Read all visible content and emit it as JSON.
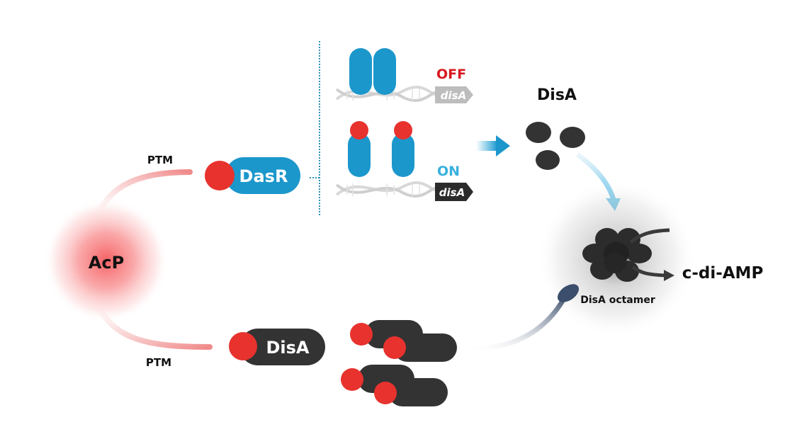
{
  "diagram": {
    "central_molecule": {
      "label": "AcP",
      "glow_color": "#f5595c"
    },
    "modifications": [
      {
        "label": "PTM",
        "target": "DasR"
      },
      {
        "label": "PTM",
        "target": "DisA"
      }
    ],
    "proteins": {
      "dasr": {
        "label": "DasR",
        "color": "#1b97cc",
        "mark_color": "#e8322e"
      },
      "disa": {
        "label": "DisA",
        "color": "#333333",
        "mark_color": "#e8322e"
      }
    },
    "gene_regulation": {
      "off_state": {
        "label": "OFF",
        "label_color": "#d71920",
        "gene": "disA",
        "gene_color": "#bdbdbd"
      },
      "on_state": {
        "label": "ON",
        "label_color": "#39b0dd",
        "gene": "disA",
        "gene_color": "#2b2b2b"
      }
    },
    "disa_pool": {
      "label": "DisA"
    },
    "octamer": {
      "label": "DisA octamer",
      "product": "c-di-AMP"
    },
    "colors": {
      "blue_arrow": "#2aa7db",
      "inhibit_arrow": "#3b4e6b",
      "ptm_curve": "#f08080",
      "divider": "#2c8fb5"
    }
  }
}
